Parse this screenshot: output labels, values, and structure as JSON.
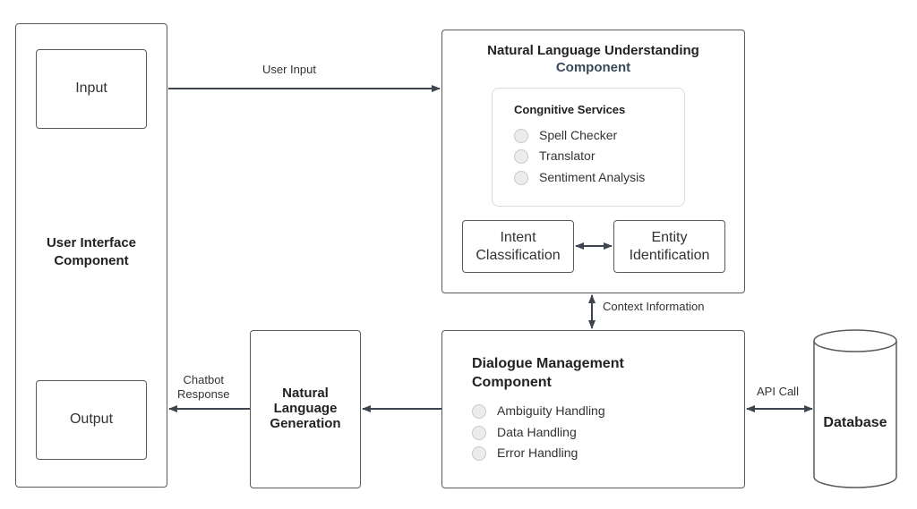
{
  "ui": {
    "title_line1": "User Interface",
    "title_line2": "Component",
    "input": "Input",
    "output": "Output"
  },
  "nlu": {
    "title_line1": "Natural Language Understanding",
    "title_line2": "Component",
    "cognitive": {
      "title": "Congnitive Services",
      "items": [
        "Spell Checker",
        "Translator",
        "Sentiment Analysis"
      ]
    },
    "intent_line1": "Intent",
    "intent_line2": "Classification",
    "entity_line1": "Entity",
    "entity_line2": "Identification"
  },
  "nlg": {
    "line1": "Natural",
    "line2": "Language",
    "line3": "Generation"
  },
  "dm": {
    "title_line1": "Dialogue Management",
    "title_line2": "Component",
    "items": [
      "Ambiguity Handling",
      "Data Handling",
      "Error Handling"
    ]
  },
  "database": {
    "label": "Database"
  },
  "edges": {
    "user_input": "User Input",
    "context": "Context Information",
    "api_call": "API Call",
    "chatbot_line1": "Chatbot",
    "chatbot_line2": "Response"
  }
}
